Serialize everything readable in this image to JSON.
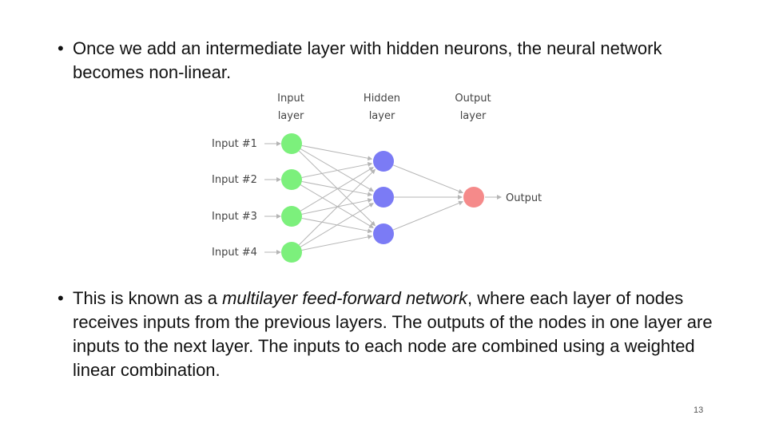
{
  "slide": {
    "bullet1": "Once we add an intermediate layer with hidden neurons, the neural network becomes non-linear.",
    "bullet2": {
      "before": "This is known as a ",
      "emphasis": "multilayer feed-forward network",
      "after": ", where each layer of nodes receives inputs from the previous layers. The outputs of the nodes in one layer are inputs to the next layer. The inputs to each node are combined using a weighted linear combination."
    },
    "page_number": "13"
  },
  "diagram": {
    "headers": {
      "input": [
        "Input",
        "layer"
      ],
      "hidden": [
        "Hidden",
        "layer"
      ],
      "output": [
        "Output",
        "layer"
      ]
    },
    "input_labels": [
      "Input #1",
      "Input #2",
      "Input #3",
      "Input #4"
    ],
    "output_label": "Output",
    "colors": {
      "input_node": "#7CF07C",
      "hidden_node": "#7B7BF5",
      "output_node": "#F58A8A",
      "edge": "#b5b5b5",
      "text": "#444444"
    },
    "node_counts": {
      "input": 4,
      "hidden": 3,
      "output": 1
    }
  }
}
